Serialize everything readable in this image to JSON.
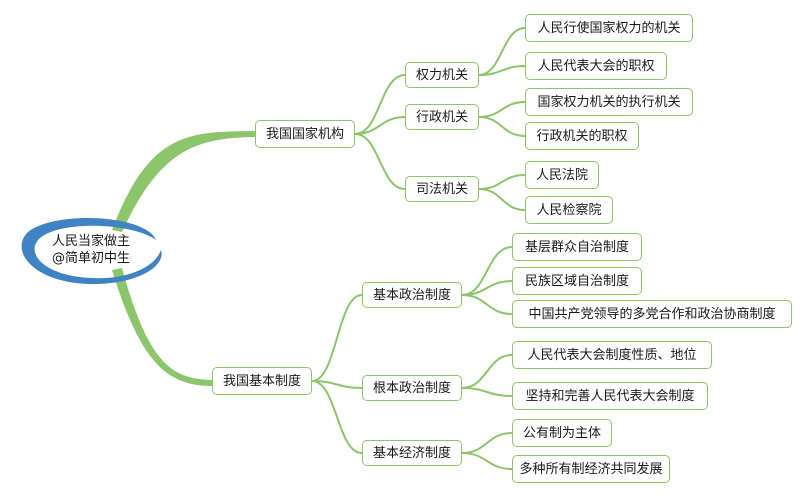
{
  "root": {
    "line1": "人民当家做主",
    "line2": "@简单初中生"
  },
  "branches": [
    {
      "label": "我国国家机构",
      "groups": [
        {
          "label": "权力机关",
          "items": [
            "人民行使国家权力的机关",
            "人民代表大会的职权"
          ]
        },
        {
          "label": "行政机关",
          "items": [
            "国家权力机关的执行机关",
            "行政机关的职权"
          ]
        },
        {
          "label": "司法机关",
          "items": [
            "人民法院",
            "人民检察院"
          ]
        }
      ]
    },
    {
      "label": "我国基本制度",
      "groups": [
        {
          "label": "基本政治制度",
          "items": [
            "基层群众自治制度",
            "民族区域自治制度",
            "中国共产党领导的多党合作和政治协商制度"
          ]
        },
        {
          "label": "根本政治制度",
          "items": [
            "人民代表大会制度性质、地位",
            "坚持和完善人民代表大会制度"
          ]
        },
        {
          "label": "基本经济制度",
          "items": [
            "公有制为主体",
            "多种所有制经济共同发展"
          ]
        }
      ]
    }
  ],
  "colors": {
    "line": "#8cc56b",
    "ring": "#3f83c4",
    "node_border": "#8cc56b"
  }
}
